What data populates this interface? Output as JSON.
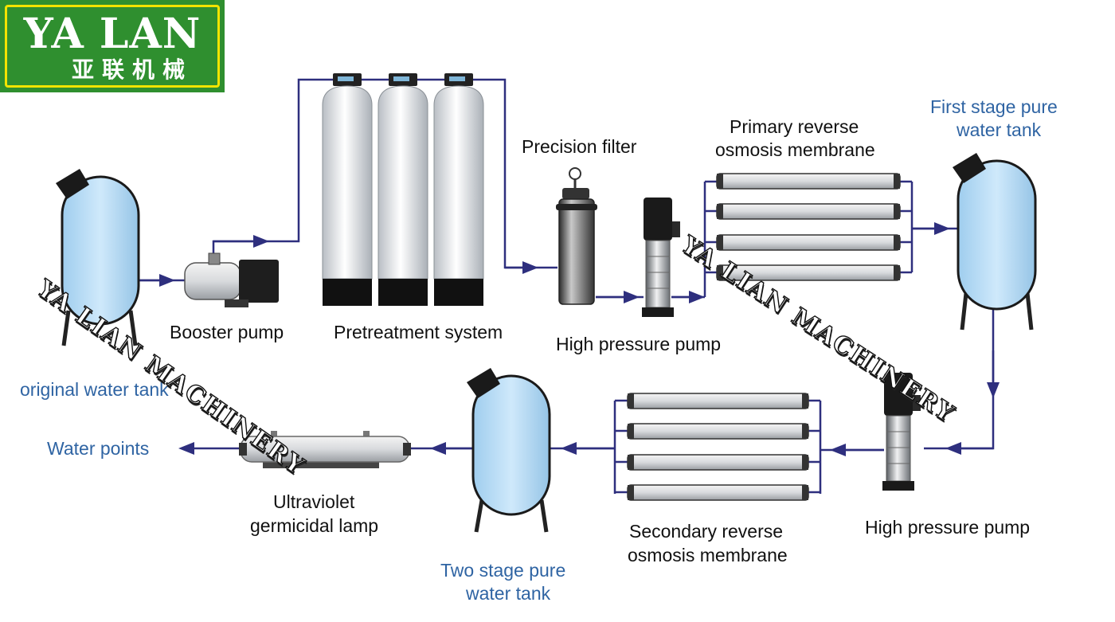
{
  "logo": {
    "english": "YA LAN",
    "chinese": "亚联机械"
  },
  "watermark": "YA LIAN MACHINERY",
  "labels": {
    "booster_pump": "Booster pump",
    "pretreatment_system": "Pretreatment system",
    "precision_filter": "Precision filter",
    "high_pressure_pump_1": "High pressure pump",
    "primary_ro_line1": "Primary reverse",
    "primary_ro_line2": "osmosis membrane",
    "first_tank_line1": "First stage pure",
    "first_tank_line2": "water tank",
    "original_tank": "original water tank",
    "water_points": "Water points",
    "uv_line1": "Ultraviolet",
    "uv_line2": "germicidal lamp",
    "two_stage_line1": "Two stage pure",
    "two_stage_line2": "water tank",
    "secondary_ro_line1": "Secondary reverse",
    "secondary_ro_line2": "osmosis membrane",
    "high_pressure_pump_2": "High pressure pump"
  },
  "colors": {
    "pipe": "#2e2f7e",
    "tank_fill": "#bfe0f7",
    "logo_green": "#2f8f2f",
    "logo_border": "#f2e400",
    "label_blue": "#2f64a3"
  }
}
